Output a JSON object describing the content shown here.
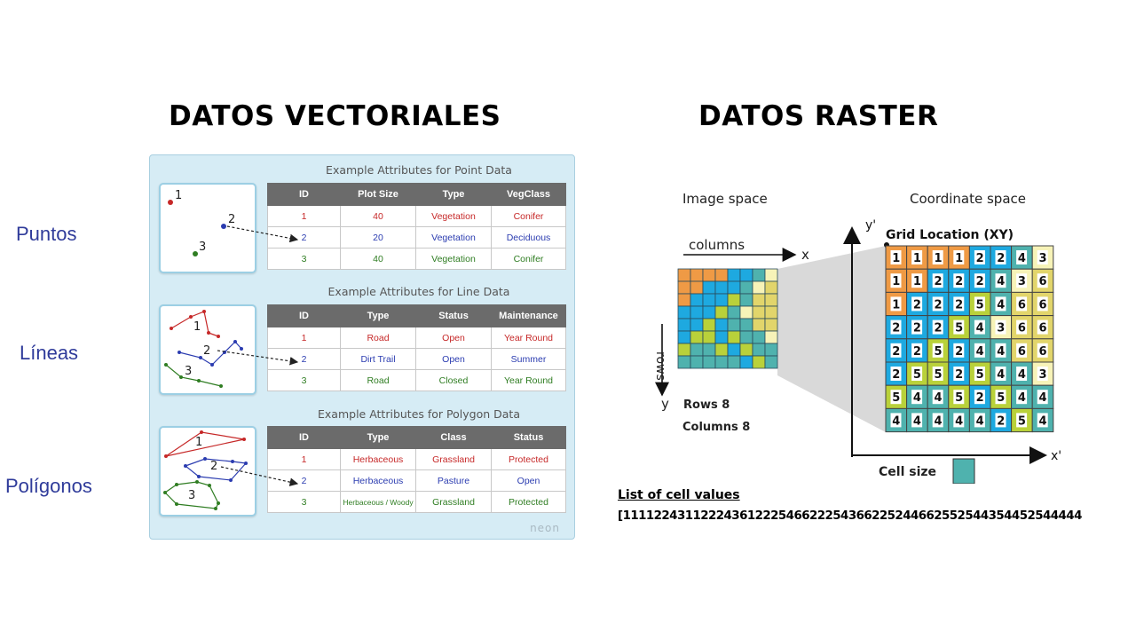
{
  "headings": {
    "vector": "DATOS VECTORIALES",
    "raster": "DATOS RASTER"
  },
  "side_labels": {
    "points": "Puntos",
    "lines": "Líneas",
    "polygons": "Polígonos"
  },
  "point_section": {
    "title": "Example Attributes for Point Data",
    "thumb_labels": [
      "1",
      "2",
      "3"
    ],
    "headers": [
      "ID",
      "Plot Size",
      "Type",
      "VegClass"
    ],
    "rows": [
      [
        "1",
        "40",
        "Vegetation",
        "Conifer"
      ],
      [
        "2",
        "20",
        "Vegetation",
        "Deciduous"
      ],
      [
        "3",
        "40",
        "Vegetation",
        "Conifer"
      ]
    ]
  },
  "line_section": {
    "title": "Example Attributes for Line Data",
    "thumb_labels": [
      "1",
      "2",
      "3"
    ],
    "headers": [
      "ID",
      "Type",
      "Status",
      "Maintenance"
    ],
    "rows": [
      [
        "1",
        "Road",
        "Open",
        "Year Round"
      ],
      [
        "2",
        "Dirt Trail",
        "Open",
        "Summer"
      ],
      [
        "3",
        "Road",
        "Closed",
        "Year Round"
      ]
    ]
  },
  "polygon_section": {
    "title": "Example Attributes for Polygon Data",
    "thumb_labels": [
      "1",
      "2",
      "3"
    ],
    "headers": [
      "ID",
      "Type",
      "Class",
      "Status"
    ],
    "rows": [
      [
        "1",
        "Herbaceous",
        "Grassland",
        "Protected"
      ],
      [
        "2",
        "Herbaceous",
        "Pasture",
        "Open"
      ],
      [
        "3",
        "Herbaceous / Woody",
        "Grassland",
        "Protected"
      ]
    ]
  },
  "row_colors": [
    "#c62828",
    "#2b3cb0",
    "#2f7d22"
  ],
  "watermark": "neon",
  "raster": {
    "image_space_label": "Image space",
    "coordinate_space_label": "Coordinate space",
    "columns_label": "columns",
    "rows_label": "rows",
    "x_label": "x",
    "y_label": "y",
    "x_prime_label": "x'",
    "y_prime_label": "y'",
    "grid_location_label": "Grid Location (XY)",
    "rows_count_label": "Rows 8",
    "columns_count_label": "Columns 8",
    "cell_size_label": "Cell size",
    "grid": [
      [
        1,
        1,
        1,
        1,
        2,
        2,
        4,
        3
      ],
      [
        1,
        1,
        2,
        2,
        2,
        4,
        3,
        6
      ],
      [
        1,
        2,
        2,
        2,
        5,
        4,
        6,
        6
      ],
      [
        2,
        2,
        2,
        5,
        4,
        3,
        6,
        6
      ],
      [
        2,
        2,
        5,
        2,
        4,
        4,
        6,
        6
      ],
      [
        2,
        5,
        5,
        2,
        5,
        4,
        4,
        3
      ],
      [
        5,
        4,
        4,
        5,
        2,
        5,
        4,
        4
      ],
      [
        4,
        4,
        4,
        4,
        4,
        2,
        5,
        4
      ]
    ],
    "value_colors": {
      "1": "#ef9a45",
      "2": "#1ea9e0",
      "3": "#f7f3b8",
      "4": "#4fb2ae",
      "5": "#b9d13a",
      "6": "#e2d56b"
    },
    "cell_size_color": "#4fb2ae",
    "cell_values_title": "List of cell values",
    "cell_values": "[11112243112224361222546622254366225244662552544354452544444"
  }
}
